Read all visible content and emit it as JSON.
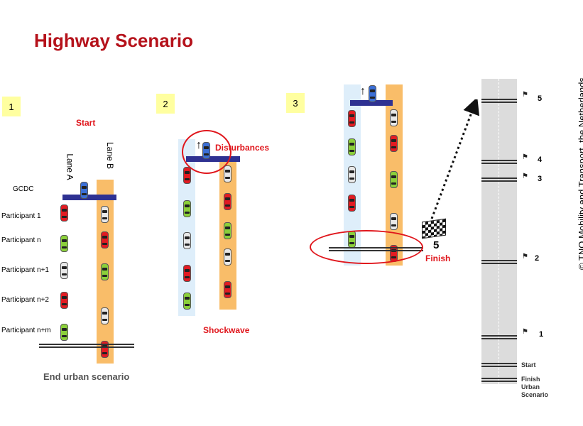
{
  "title": "Highway Scenario",
  "copyright": "© TNO Mobility and Transport, the Netherlands",
  "panel1": {
    "step": "1",
    "start": "Start",
    "lane_a": "Lane A",
    "lane_b": "Lane B",
    "gcdc": "GCDC",
    "participants": [
      "Participant 1",
      "Participant n",
      "Participant n+1",
      "Participant n+2",
      "Participant n+m"
    ],
    "end_label": "End urban scenario"
  },
  "panel2": {
    "step": "2",
    "disturbances": "Disturbances",
    "shockwave": "Shockwave"
  },
  "panel3": {
    "step": "3",
    "finish": "Finish",
    "finish_number": "5"
  },
  "road": {
    "marks": [
      "5",
      "4",
      "3",
      "2",
      "1"
    ],
    "start": "Start",
    "finish_line1": "Finish",
    "finish_line2": "Urban",
    "finish_line3": "Scenario"
  },
  "colors": {
    "title": "#b5121b",
    "accent_red": "#e0161c",
    "lane_a": "#deeefa",
    "lane_b": "#f9bd69",
    "gantry": "#2e3192",
    "step_box": "#ffffa0"
  }
}
